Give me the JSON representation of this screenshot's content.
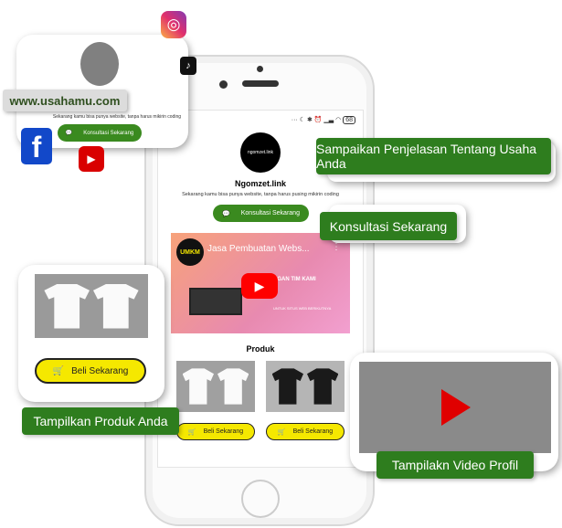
{
  "profile": {
    "name": "Ngomzet.link",
    "logo_text": "ngomzet.link",
    "tagline": "Sekarang kamu bisa punya website, tanpa harus pusing mikirin coding",
    "consult_button": "Konsultasi Sekarang"
  },
  "video": {
    "title": "Jasa Pembuatan Webs...",
    "badge": "UMKM",
    "overlay_lines": [
      "NGAN TIM KAMI",
      "UNTUK SITUS WEB BERIKUTNYA"
    ]
  },
  "products": {
    "heading": "Produk",
    "items": [
      {
        "buy_label": "Beli Sekarang",
        "shirt_color": "#fafafa"
      },
      {
        "buy_label": "Beli Sekarang",
        "shirt_color": "#1a1a1a"
      }
    ]
  },
  "status_bar": {
    "battery": "68"
  },
  "left_card": {
    "domain": "www.usahamu.com",
    "tagline": "Sekarang kamu bisa punya website, tanpa harus mikirin coding",
    "consult_button": "Konsultasi Sekarang"
  },
  "product_card": {
    "buy_label": "Beli Sekarang"
  },
  "labels": {
    "explain": "Sampaikan Penjelasan Tentang Usaha Anda",
    "consult": "Konsultasi Sekarang",
    "products": "Tampilkan Produk Anda",
    "video": "Tampilakn Video Profil"
  },
  "colors": {
    "green": "#2e7d1e",
    "yellow": "#f5e800",
    "youtube_red": "#e00000"
  }
}
